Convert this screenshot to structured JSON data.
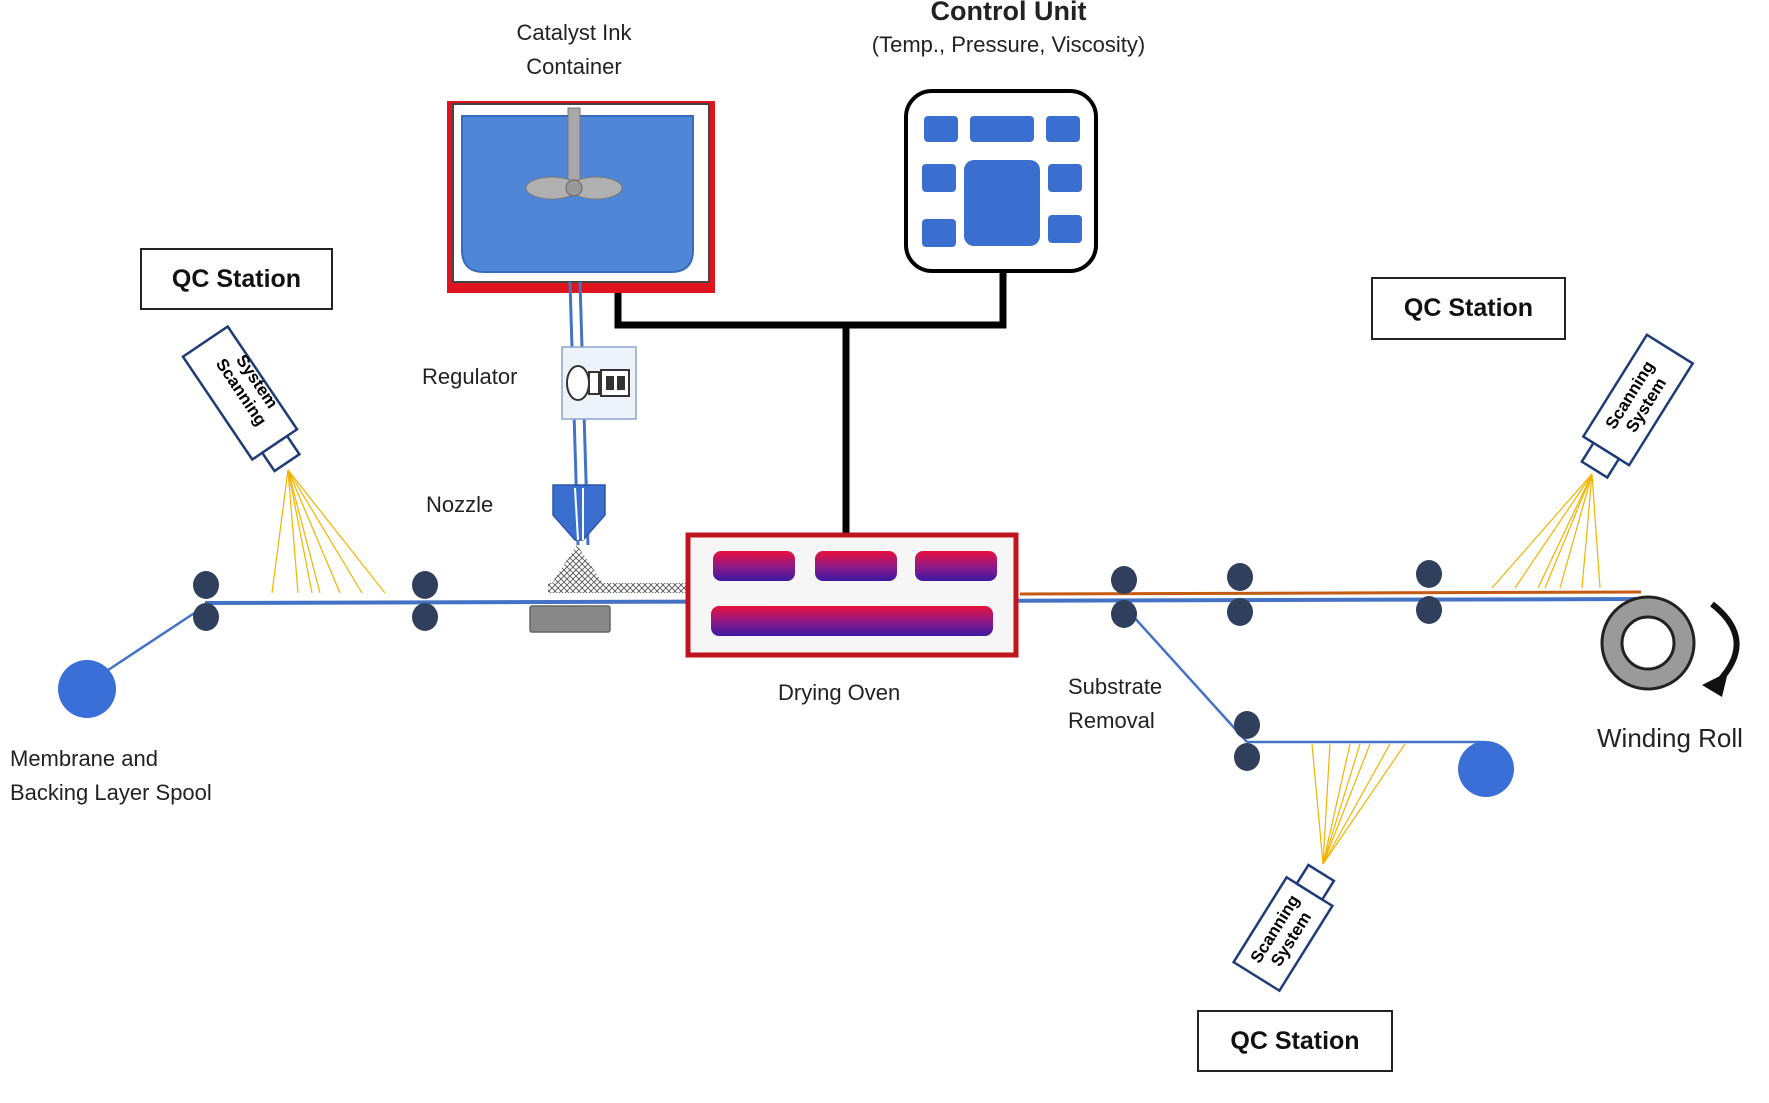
{
  "labels": {
    "control_unit_title": "Control Unit",
    "control_unit_subtitle": "(Temp., Pressure, Viscosity)",
    "ink_container_line1": "Catalyst Ink",
    "ink_container_line2": "Container",
    "regulator": "Regulator",
    "nozzle": "Nozzle",
    "drying_oven": "Drying Oven",
    "substrate_removal_line1": "Substrate",
    "substrate_removal_line2": "Removal",
    "spool_line1": "Membrane and",
    "spool_line2": "Backing Layer Spool",
    "winding_roll": "Winding Roll"
  },
  "qc_stations": [
    {
      "label": "QC Station"
    },
    {
      "label": "QC Station"
    },
    {
      "label": "QC Station"
    }
  ],
  "scanners": [
    {
      "line1": "Scanning",
      "line2": "System"
    },
    {
      "line1": "Scanning",
      "line2": "System"
    },
    {
      "line1": "Scanning",
      "line2": "System"
    }
  ],
  "colors": {
    "web_line": "#4472c4",
    "coated_layer": "#c55a11",
    "container_border": "#e0141e",
    "ink": "#4f86d8",
    "oven_border": "#c0141e",
    "roller": "#2f3f5c",
    "spool": "#3a6fd8",
    "laser": "#f0b400",
    "control_line": "#000000"
  },
  "icons": [
    "mixer-icon",
    "regulator-valve-icon",
    "nozzle-icon",
    "winding-arrow-icon",
    "control-panel-icon"
  ]
}
